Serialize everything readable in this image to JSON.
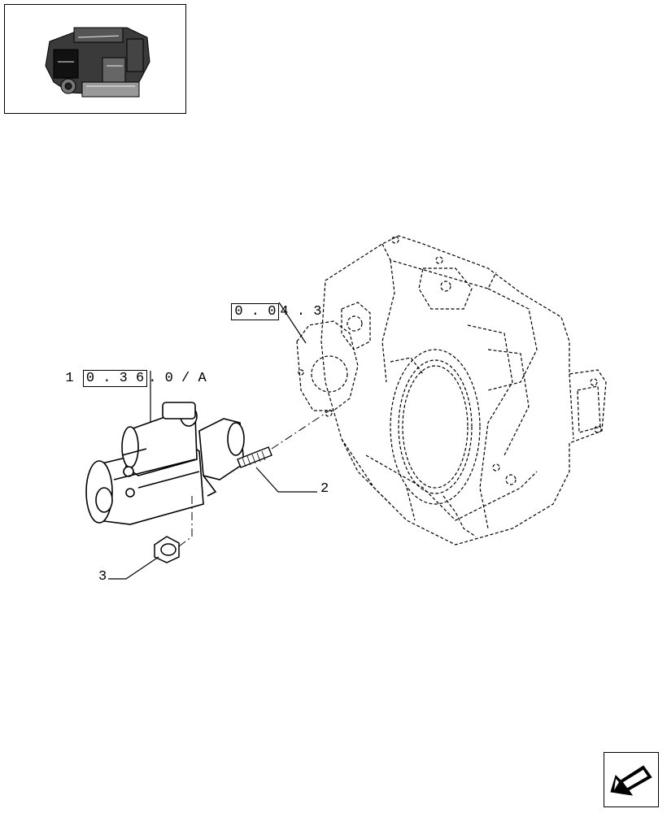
{
  "callouts": {
    "ref_top": {
      "boxed": "0 . 0",
      "suffix": "4 . 3"
    },
    "ref_left": {
      "prefix": "1 ",
      "boxed": "0 . 3 6",
      "suffix": ". 0 / A"
    },
    "item_2": "2",
    "item_3": "3"
  },
  "icons": {
    "thumbnail": "engine-thumbnail-icon",
    "navigation": "next-page-arrow-icon"
  }
}
